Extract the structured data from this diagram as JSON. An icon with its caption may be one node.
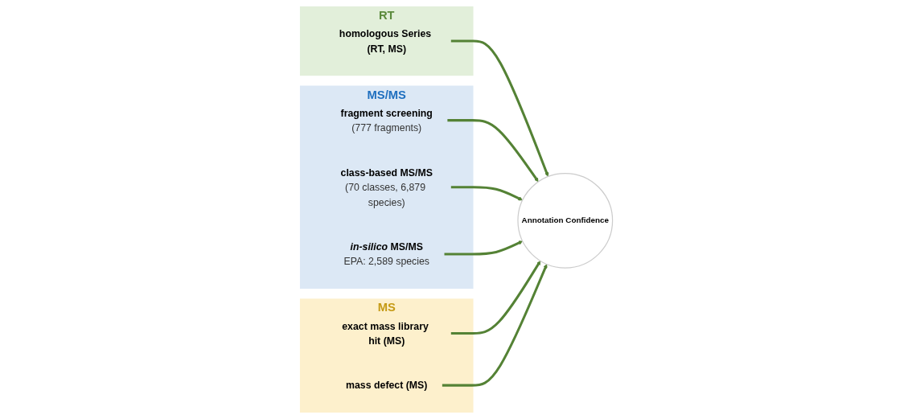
{
  "diagram": {
    "nodes": [
      {
        "text": [
          "MS/MS"
        ]
      },
      {
        "text": [
          "fragment screening",
          "(777 fragments)"
        ],
        "in": 0
      },
      {
        "text": [
          "class-based MS/MS",
          "(70 classes, 6,879 species)"
        ],
        "in": 0
      },
      {
        "text": [
          "*in-silico* MS/MS",
          "EPA: 2,589 species"
        ],
        "in": 0
      },
      {
        "text": [
          "RT"
        ]
      },
      {
        "text": [
          "homologous Series (RT, MS)"
        ],
        "in": 4
      },
      {
        "text": [
          "MS"
        ]
      },
      {
        "text": [
          "exact mass library hit (MS)"
        ],
        "in": 6
      },
      {
        "text": [
          "mass defect (MS)"
        ],
        "in": 6
      },
      {
        "text": [
          "Annotation Confidence"
        ]
      }
    ],
    "edges": [
      {
        "from": 1,
        "to": 9,
        "arrow": "to"
      },
      {
        "from": 5,
        "to": 9,
        "arrow": "to"
      },
      {
        "from": 2,
        "to": 9,
        "arrow": "to"
      },
      {
        "from": 7,
        "to": 9,
        "arrow": "to"
      },
      {
        "from": 3,
        "to": 9,
        "arrow": "to"
      },
      {
        "from": 8,
        "to": 9,
        "arrow": "to"
      }
    ]
  }
}
